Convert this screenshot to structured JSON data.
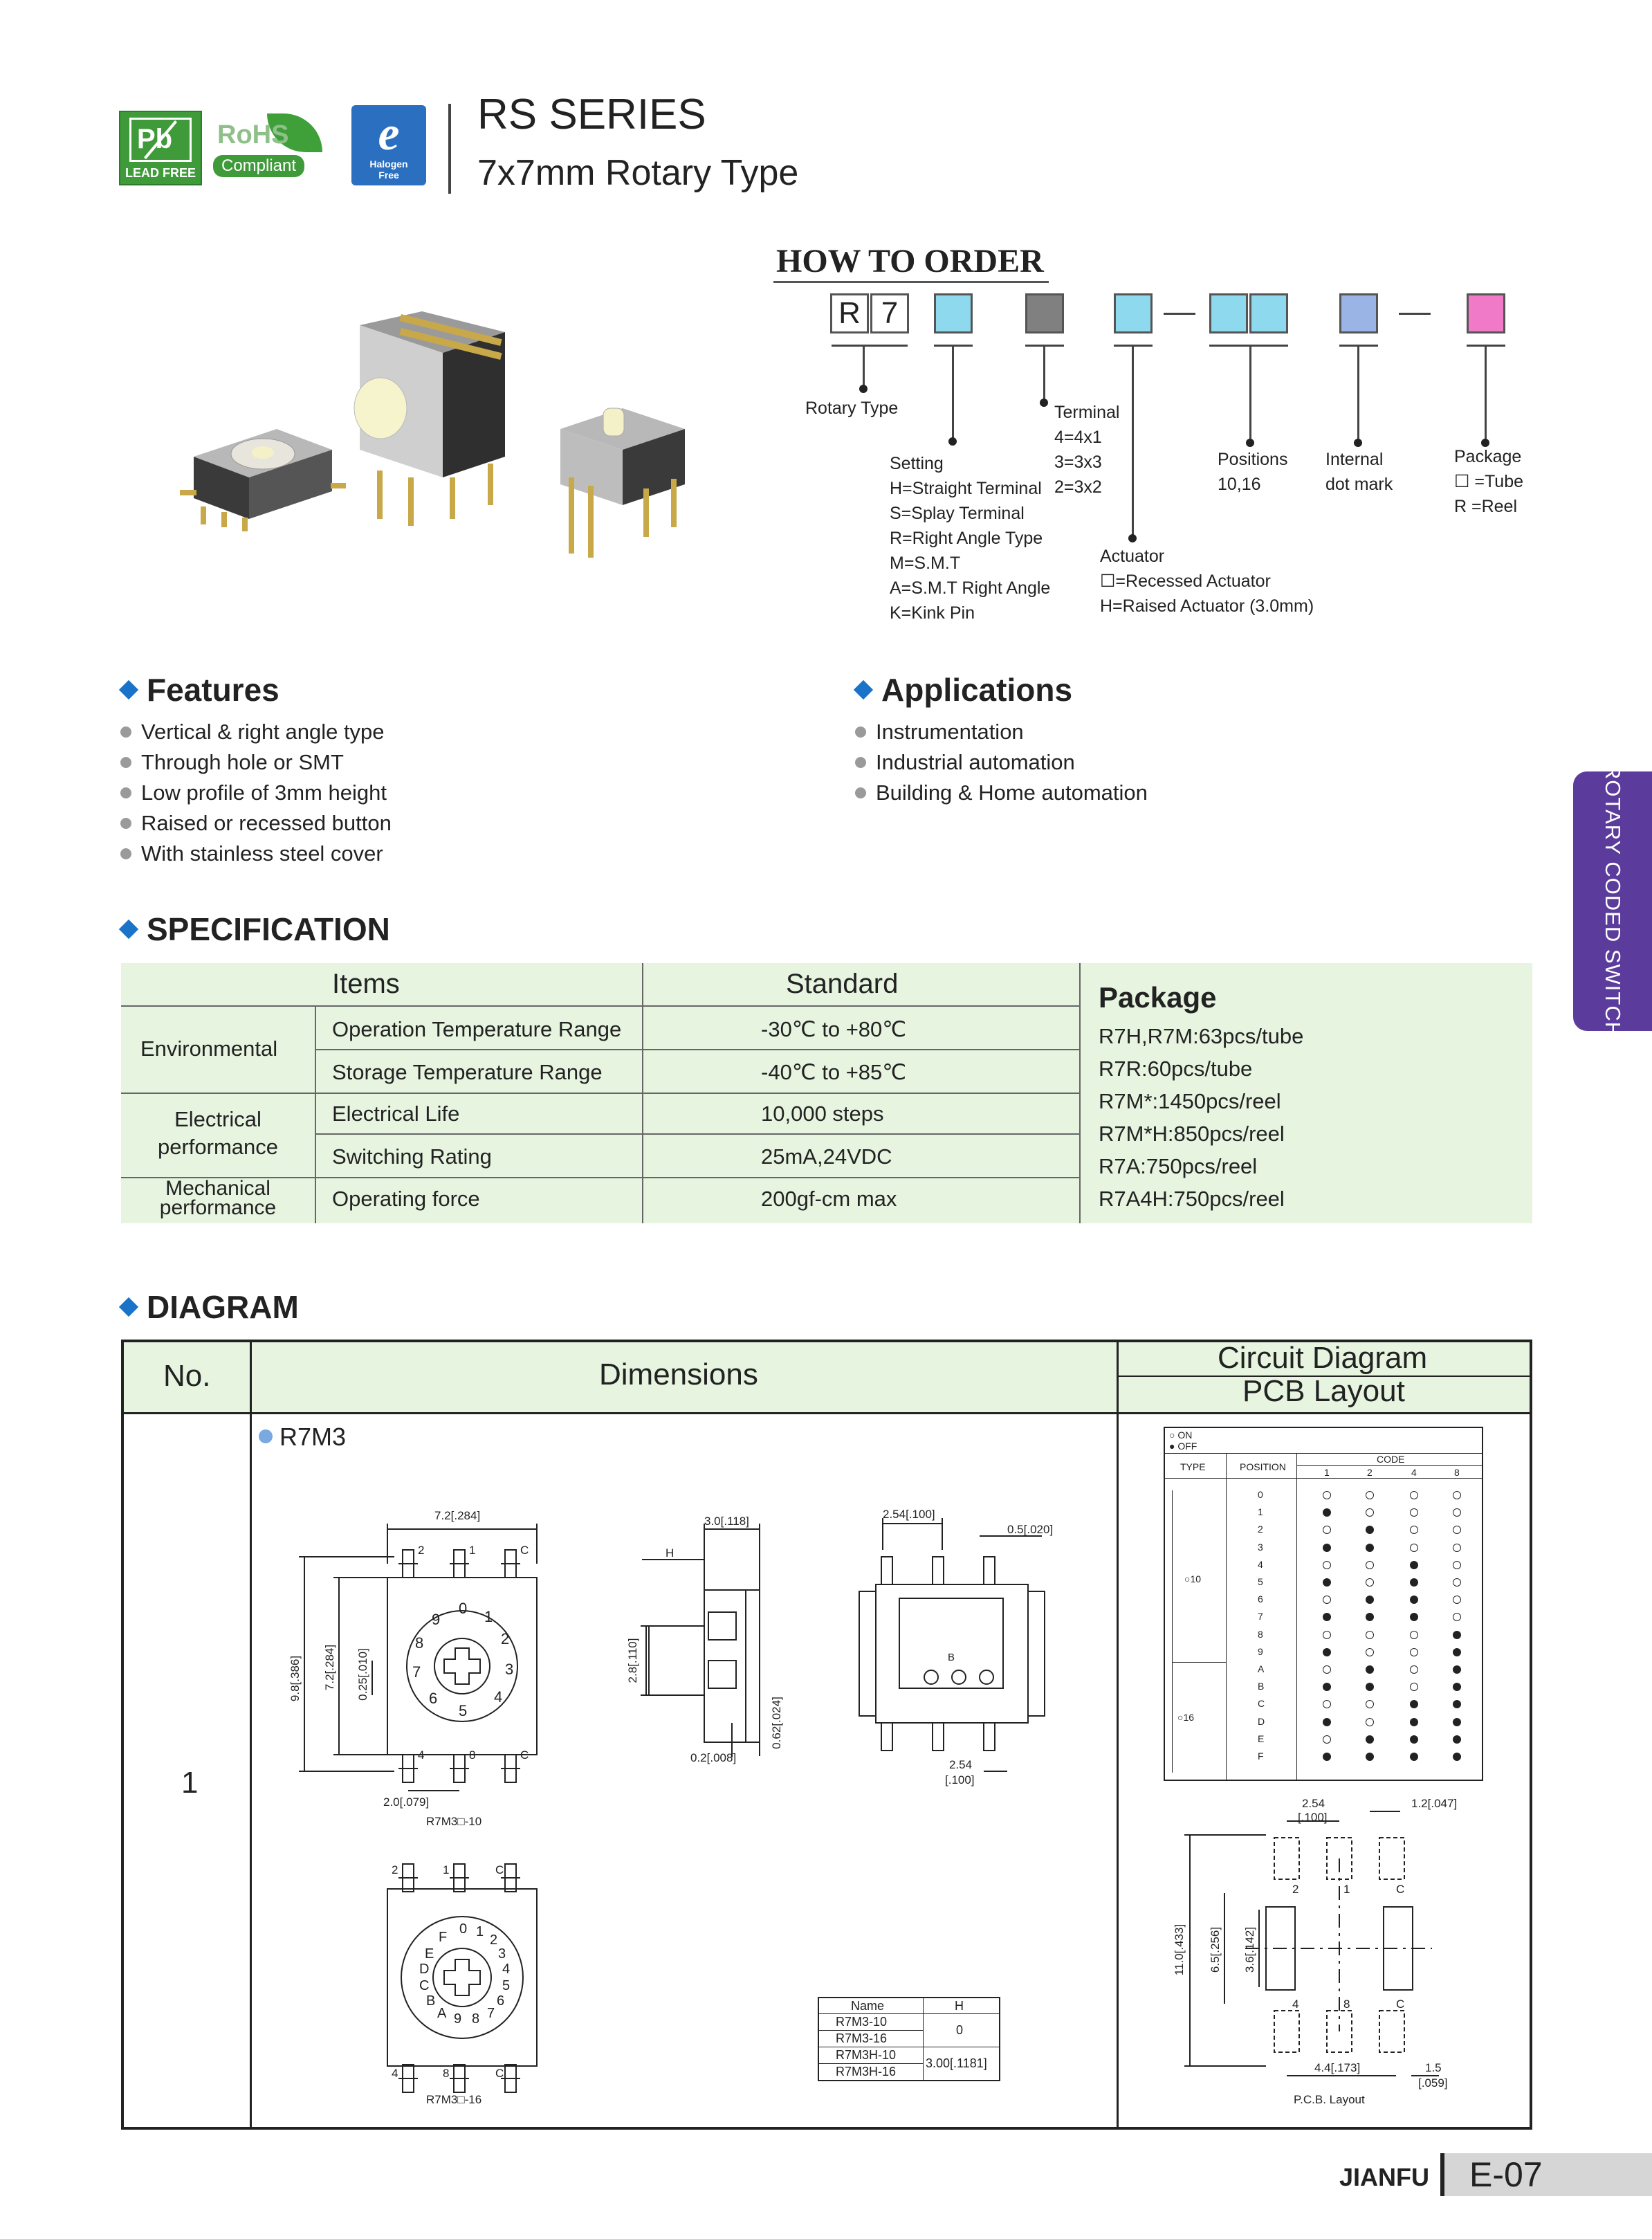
{
  "badges": {
    "lead_free": "LEAD FREE",
    "rohs_top": "RoHS",
    "rohs_bottom": "Compliant",
    "halogen_line1": "Halogen",
    "halogen_line2": "Free"
  },
  "header": {
    "series": "RS SERIES",
    "subtitle": "7x7mm Rotary Type"
  },
  "how_to_order": {
    "title": "HOW TO ORDER",
    "code_chars": [
      "R",
      "7"
    ],
    "box_colors": {
      "setting": "#8fd9ee",
      "terminal": "#808080",
      "actuator": "#8fd9ee",
      "positions": "#8fd9ee",
      "internal": "#9bb4e6",
      "package": "#f07ac8"
    },
    "rotary_type": "Rotary Type",
    "setting": [
      "Setting",
      "H=Straight Terminal",
      "S=Splay Terminal",
      "R=Right Angle Type",
      "M=S.M.T",
      "A=S.M.T Right Angle",
      "K=Kink Pin"
    ],
    "terminal": [
      "Terminal",
      "4=4x1",
      "3=3x3",
      "2=3x2"
    ],
    "actuator": [
      "Actuator",
      "☐=Recessed Actuator",
      "H=Raised Actuator (3.0mm)"
    ],
    "positions": [
      "Positions",
      "10,16"
    ],
    "internal": [
      "Internal",
      "dot mark"
    ],
    "package": [
      "Package",
      "☐ =Tube",
      "R  =Reel"
    ]
  },
  "features": {
    "title": "Features",
    "items": [
      "Vertical & right angle type",
      "Through hole or SMT",
      "Low profile of 3mm height",
      "Raised or recessed button",
      "With stainless steel cover"
    ]
  },
  "applications": {
    "title": "Applications",
    "items": [
      "Instrumentation",
      "Industrial automation",
      "Building & Home automation"
    ]
  },
  "side_tab": "ROTARY CODED SWITCH",
  "specification": {
    "title": "SPECIFICATION",
    "col_items": "Items",
    "col_standard": "Standard",
    "groups": [
      {
        "name": "Environmental",
        "rows": [
          {
            "item": "Operation Temperature Range",
            "value": "-30℃  to +80℃"
          },
          {
            "item": "Storage Temperature Range",
            "value": "-40℃  to +85℃"
          }
        ]
      },
      {
        "name_line1": "Electrical",
        "name_line2": "performance",
        "rows": [
          {
            "item": "Electrical Life",
            "value": "10,000 steps"
          },
          {
            "item": "Switching Rating",
            "value": "25mA,24VDC"
          }
        ]
      },
      {
        "name_line1": "Mechanical",
        "name_line2": "performance",
        "rows": [
          {
            "item": "Operating force",
            "value": "200gf-cm max"
          }
        ]
      }
    ],
    "package_title": "Package",
    "package_lines": [
      "R7H,R7M:63pcs/tube",
      "R7R:60pcs/tube",
      "R7M*:1450pcs/reel",
      "R7M*H:850pcs/reel",
      "R7A:750pcs/reel",
      "R7A4H:750pcs/reel"
    ]
  },
  "diagram": {
    "title": "DIAGRAM",
    "col_no": "No.",
    "col_dimensions": "Dimensions",
    "col_circuit": "Circuit Diagram",
    "col_pcb": "PCB Layout",
    "row_no": "1",
    "model": "R7M3",
    "dims": {
      "top_w": "7.2[.284]",
      "h_outer": "9.8[.386]",
      "h_inner": "7.2[.284]",
      "small": "0.25[.010]",
      "pitch_bottom": "2.0[.079]",
      "side_w": "3.0[.118]",
      "side_h": "2.8[.110]",
      "side_t": "0.62[.024]",
      "side_b": "0.2[.008]",
      "back_pitch": "2.54[.100]",
      "back_right": "0.5[.020]",
      "back_bottom_1": "2.54",
      "back_bottom_2": "[.100]",
      "caption_10": "R7M3□-10",
      "caption_16": "R7M3□-16",
      "h_label": "H",
      "pins": [
        "2",
        "1",
        "C",
        "4",
        "8",
        "C"
      ]
    },
    "dial_10": [
      "0",
      "1",
      "2",
      "3",
      "4",
      "5",
      "6",
      "7",
      "8",
      "9"
    ],
    "dial_16": [
      "0",
      "1",
      "2",
      "3",
      "4",
      "5",
      "6",
      "7",
      "8",
      "9",
      "A",
      "B",
      "C",
      "D",
      "E",
      "F"
    ],
    "name_table": {
      "col_name": "Name",
      "col_h": "H",
      "names": [
        "R7M3-10",
        "R7M3-16",
        "R7M3H-10",
        "R7M3H-16"
      ],
      "h_values": [
        "0",
        "3.00[.1181]"
      ]
    },
    "truth_table": {
      "legend_on": "○ ON",
      "legend_off": "● OFF",
      "col_type": "TYPE",
      "col_position": "POSITION",
      "col_code": "CODE",
      "code_cols": [
        "1",
        "2",
        "4",
        "8"
      ],
      "type_10": "○10",
      "type_16": "○16",
      "positions": [
        "0",
        "1",
        "2",
        "3",
        "4",
        "5",
        "6",
        "7",
        "8",
        "9",
        "A",
        "B",
        "C",
        "D",
        "E",
        "F"
      ]
    },
    "pcb": {
      "top_pitch_1": "2.54",
      "top_pitch_2": "[.100]",
      "top_right": "1.2[.047]",
      "left_outer": "11.0[.433]",
      "left_mid": "6.5[.256]",
      "left_inner": "3.6[.142]",
      "bottom_w": "4.4[.173]",
      "bottom_right_1": "1.5",
      "bottom_right_2": "[.059]",
      "caption": "P.C.B. Layout",
      "pins_top": [
        "2",
        "1",
        "C"
      ],
      "pins_bottom": [
        "4",
        "8",
        "C"
      ]
    }
  },
  "footer": {
    "brand": "JIANFU",
    "page": "E-07"
  }
}
